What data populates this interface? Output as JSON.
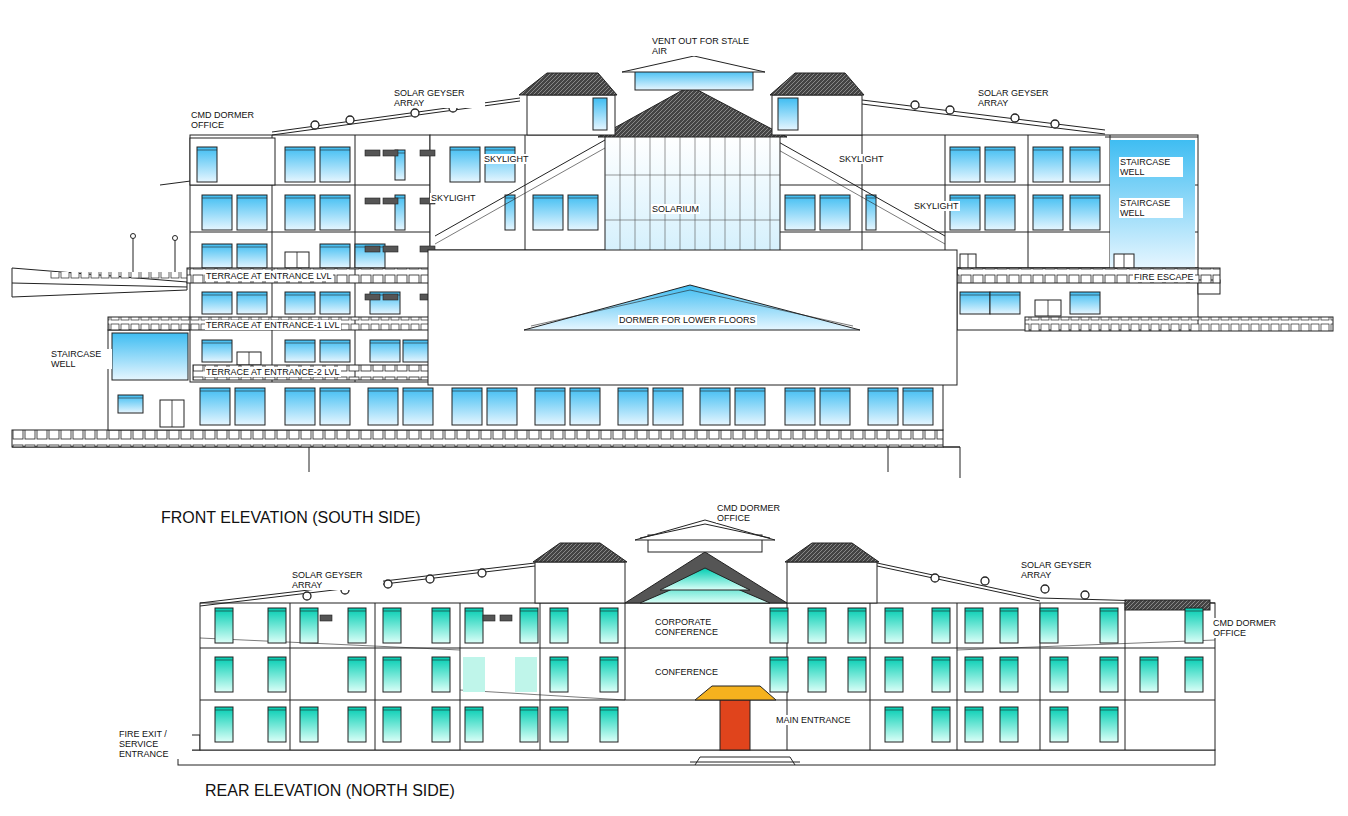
{
  "diagram": {
    "labels": [
      "VENT OUT FOR STALE AIR",
      "CMD DORMER OFFICE",
      "SOLAR GEYSER ARRAY",
      "SOLAR GEYSER ARRAY",
      "SKYLIGHT",
      "SKYLIGHT",
      "SOLARIUM",
      "SKYLIGHT",
      "SKYLIGHT",
      "STAIRCASE WELL",
      "STAIRCASE WELL",
      "TERRACE AT ENTRANCE LVL",
      "FIRE ESCAPE",
      "TERRACE AT ENTRANCE-1 LVL",
      "DORMER FOR LOWER FLOORS",
      "STAIRCASE WELL",
      "TERRACE AT ENTRANCE-2 LVL",
      "FRONT ELEVATION (SOUTH SIDE)",
      "CMD DORMER OFFICE",
      "SOLAR GEYSER ARRAY",
      "SOLAR GEYSER ARRAY",
      "CORPORATE CONFERENCE",
      "CONFERENCE",
      "MAIN ENTRANCE",
      "CMD DORMER OFFICE",
      "FIRE EXIT / SERVICE ENTRANCE",
      "REAR ELEVATION (NORTH SIDE)"
    ]
  }
}
